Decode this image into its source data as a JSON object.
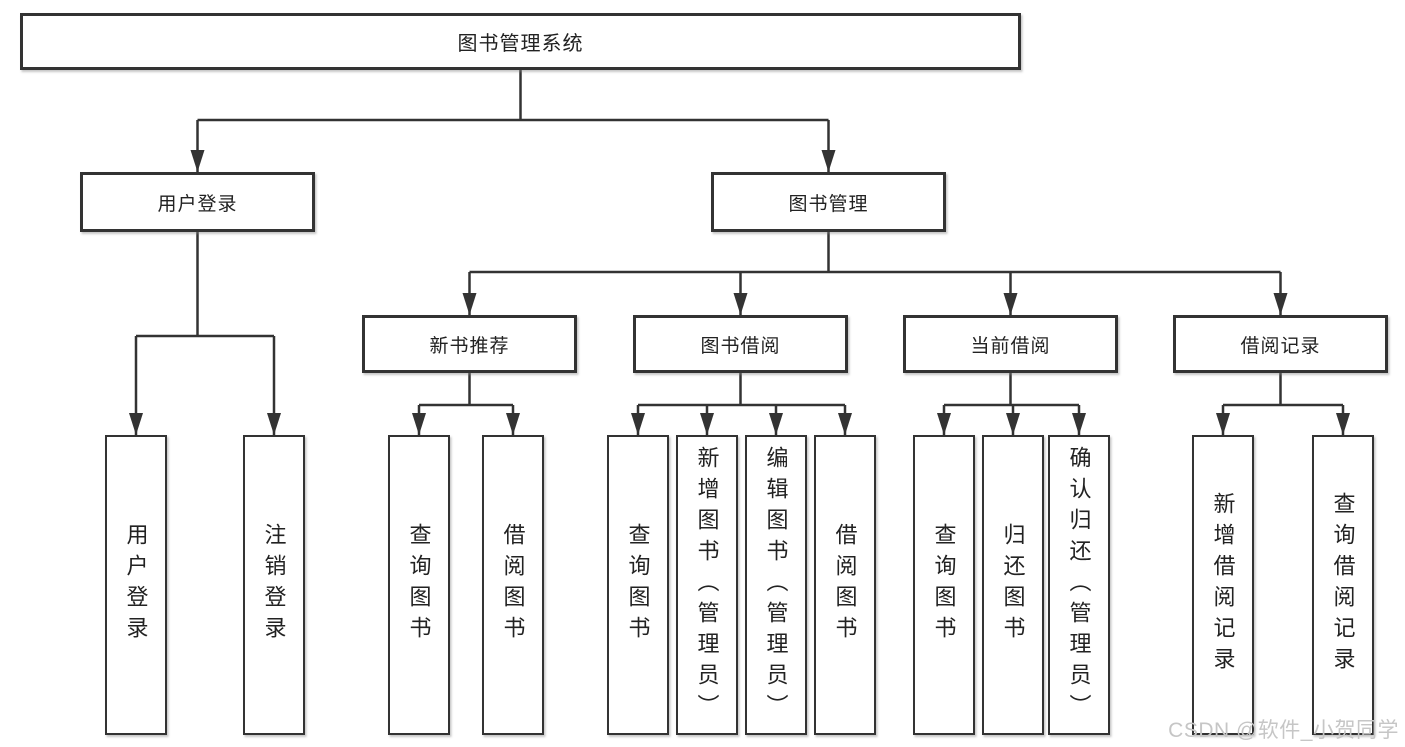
{
  "diagram_type": "hierarchy-tree",
  "colors": {
    "line": "#333333",
    "box_border": "#333333",
    "box_background": "#ffffff",
    "text": "#222222",
    "watermark": "#c6c6c6"
  },
  "watermark": {
    "text": "CSDN @软件_小贺同学"
  },
  "tree": {
    "root": {
      "label": "图书管理系统",
      "children": [
        {
          "label": "用户登录",
          "children": [
            {
              "label": "用户登录"
            },
            {
              "label": "注销登录"
            }
          ]
        },
        {
          "label": "图书管理",
          "children": [
            {
              "label": "新书推荐",
              "children": [
                {
                  "label": "查询图书"
                },
                {
                  "label": "借阅图书"
                }
              ]
            },
            {
              "label": "图书借阅",
              "children": [
                {
                  "label": "查询图书"
                },
                {
                  "label": "新增图书（管理员）"
                },
                {
                  "label": "编辑图书（管理员）"
                },
                {
                  "label": "借阅图书"
                }
              ]
            },
            {
              "label": "当前借阅",
              "children": [
                {
                  "label": "查询图书"
                },
                {
                  "label": "归还图书"
                },
                {
                  "label": "确认归还（管理员）"
                }
              ]
            },
            {
              "label": "借阅记录",
              "children": [
                {
                  "label": "新增借阅记录"
                },
                {
                  "label": "查询借阅记录"
                }
              ]
            }
          ]
        }
      ]
    }
  }
}
